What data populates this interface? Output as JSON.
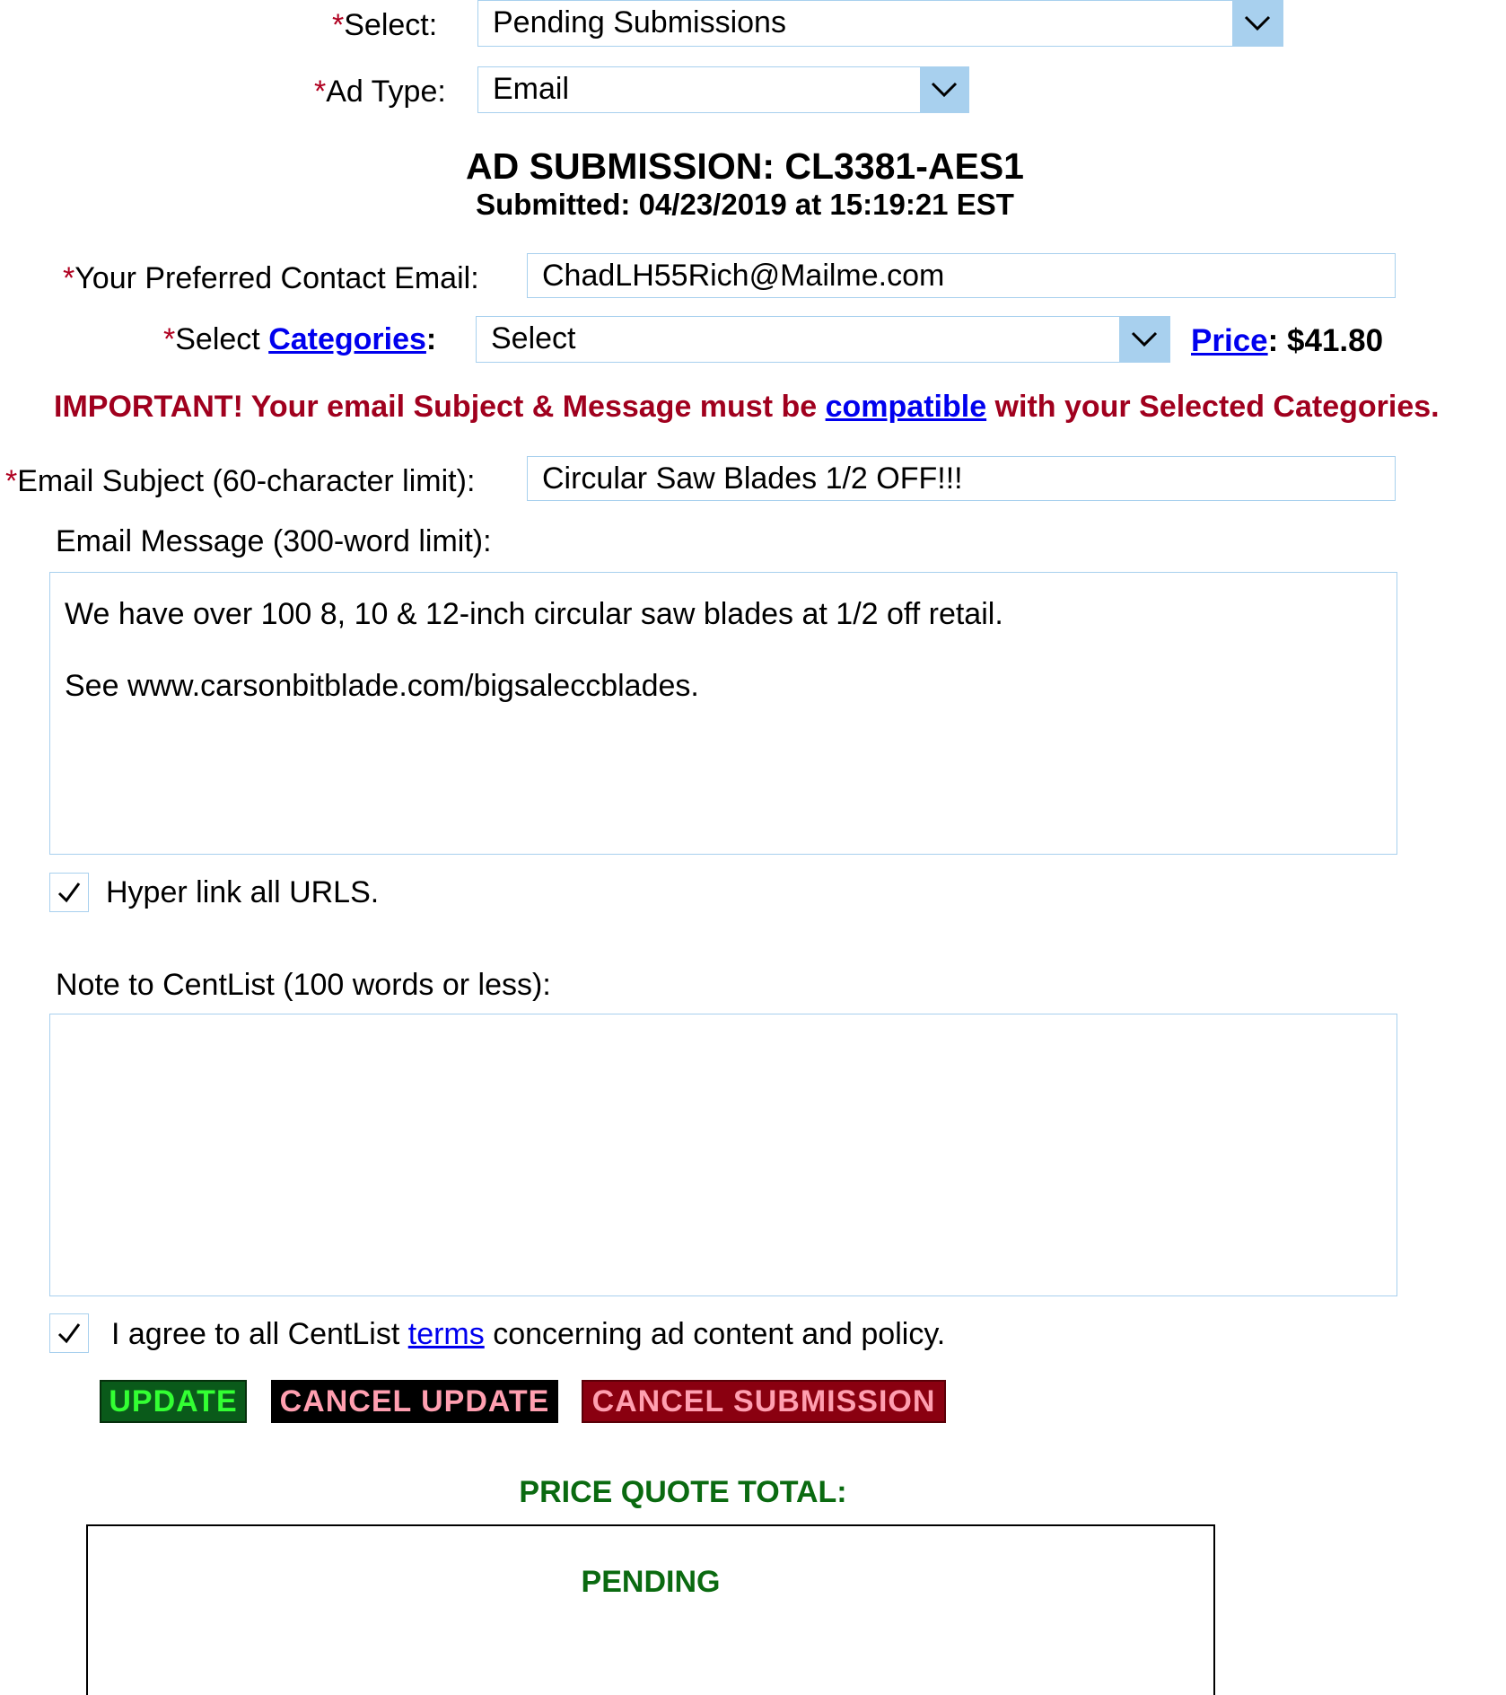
{
  "select_row": {
    "required_mark": "*",
    "label": "Select:",
    "value": "Pending Submissions"
  },
  "ad_type_row": {
    "required_mark": "*",
    "label": "Ad Type:",
    "value": "Email"
  },
  "header": {
    "title": "AD SUBMISSION: CL3381-AES1",
    "submitted": "Submitted: 04/23/2019 at 15:19:21 EST"
  },
  "contact_email": {
    "required_mark": "*",
    "label": "Your Preferred Contact Email:",
    "value": "ChadLH55Rich@Mailme.com"
  },
  "categories": {
    "required_mark": "*",
    "label_prefix": "Select ",
    "link_text": "Categories",
    "label_suffix": ":",
    "value": "Select",
    "price_link": "Price",
    "price_sep": ":",
    "price_value": "$41.80"
  },
  "important": {
    "prefix": "IMPORTANT! Your email Subject & Message must be ",
    "link_text": "compatible",
    "suffix": " with your Selected Categories."
  },
  "email_subject": {
    "required_mark": "*",
    "label": "Email Subject (60-character limit):",
    "value": "Circular Saw Blades 1/2 OFF!!!"
  },
  "email_message": {
    "label": "Email Message (300-word limit):",
    "line1": "We have over 100 8, 10 & 12-inch circular saw blades at 1/2 off retail.",
    "line2": "See www.carsonbitblade.com/bigsaleccblades."
  },
  "hyperlink_checkbox": {
    "label": "Hyper link all URLS.",
    "checked": true
  },
  "note": {
    "label": "Note to CentList (100 words or less):",
    "value": ""
  },
  "agree_checkbox": {
    "prefix": "I agree to all CentList ",
    "link_text": "terms",
    "suffix": " concerning ad content and policy.",
    "checked": true
  },
  "buttons": {
    "update": "UPDATE",
    "cancel_update": "CANCEL UPDATE",
    "cancel_submission": "CANCEL SUBMISSION"
  },
  "price_quote": {
    "label": "PRICE QUOTE TOTAL:",
    "status": "PENDING"
  },
  "colors": {
    "required": "#b00020",
    "important": "#a0001e",
    "link": "#0000ee",
    "field_border": "#a8d0ee",
    "update_bg": "#0a5a1a",
    "update_text": "#33ff33",
    "cancel_update_bg": "#000000",
    "cancel_update_text": "#ff9fb0",
    "cancel_submission_bg": "#8a0010",
    "cancel_submission_text": "#ff9fb0",
    "quote_green": "#0a6a10"
  },
  "icons": {
    "dropdown": "chevron-down-icon",
    "check": "checkmark-icon"
  }
}
